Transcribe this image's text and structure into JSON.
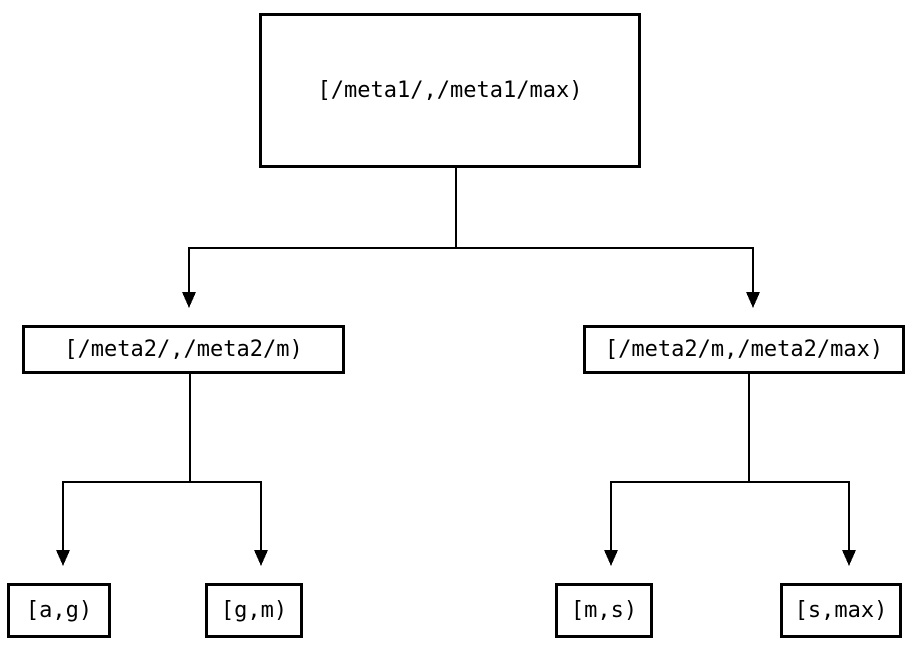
{
  "diagram": {
    "type": "binary-interval-tree",
    "colors": {
      "background": "#ffffff",
      "line": "#000000",
      "text": "#000000",
      "node_fill": "#ffffff",
      "node_border": "#000000"
    },
    "tree": {
      "root": {
        "id": "root",
        "label": "[/meta1/,/meta1/max)"
      },
      "level2": [
        {
          "id": "left-child",
          "label": "[/meta2/,/meta2/m)"
        },
        {
          "id": "right-child",
          "label": "[/meta2/m,/meta2/max)"
        }
      ],
      "leaves": [
        {
          "id": "leaf-a-g",
          "label": "[a,g)"
        },
        {
          "id": "leaf-g-m",
          "label": "[g,m)"
        },
        {
          "id": "leaf-m-s",
          "label": "[m,s)"
        },
        {
          "id": "leaf-s-max",
          "label": "[s,max)"
        }
      ]
    },
    "edges": [
      {
        "from": "root",
        "to": "left-child"
      },
      {
        "from": "root",
        "to": "right-child"
      },
      {
        "from": "left-child",
        "to": "leaf-a-g"
      },
      {
        "from": "left-child",
        "to": "leaf-g-m"
      },
      {
        "from": "right-child",
        "to": "leaf-m-s"
      },
      {
        "from": "right-child",
        "to": "leaf-s-max"
      }
    ]
  }
}
